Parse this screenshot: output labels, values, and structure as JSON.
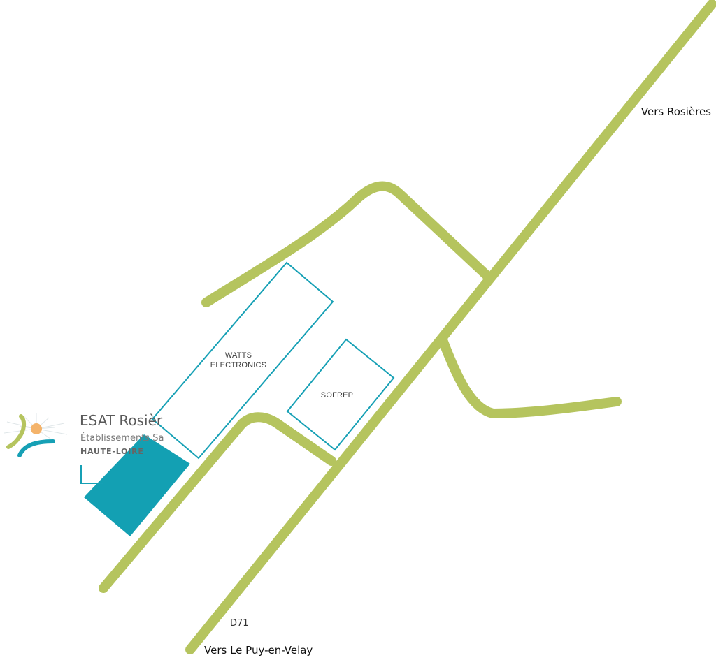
{
  "map": {
    "buildings": {
      "watts_line1": "WATTS",
      "watts_line2": "ELECTRONICS",
      "sofrep": "SOFREP"
    },
    "places": {
      "toward_north": "Vers Rosières",
      "toward_south": "Vers Le Puy-en-Velay"
    },
    "road_code": "D71",
    "colors": {
      "road": "#b5c45e",
      "building_outline": "#16a0b5",
      "highlighted_building": "#13a0b3"
    }
  },
  "logo": {
    "title": "ESAT Rosièr",
    "subtitle": "Établissements Sa",
    "region": "HAUTE-LOIRE",
    "icon": "esat-logo-icon",
    "colors": {
      "green": "#b5c45e",
      "orange": "#f4b36a",
      "teal": "#16a0b5"
    }
  }
}
